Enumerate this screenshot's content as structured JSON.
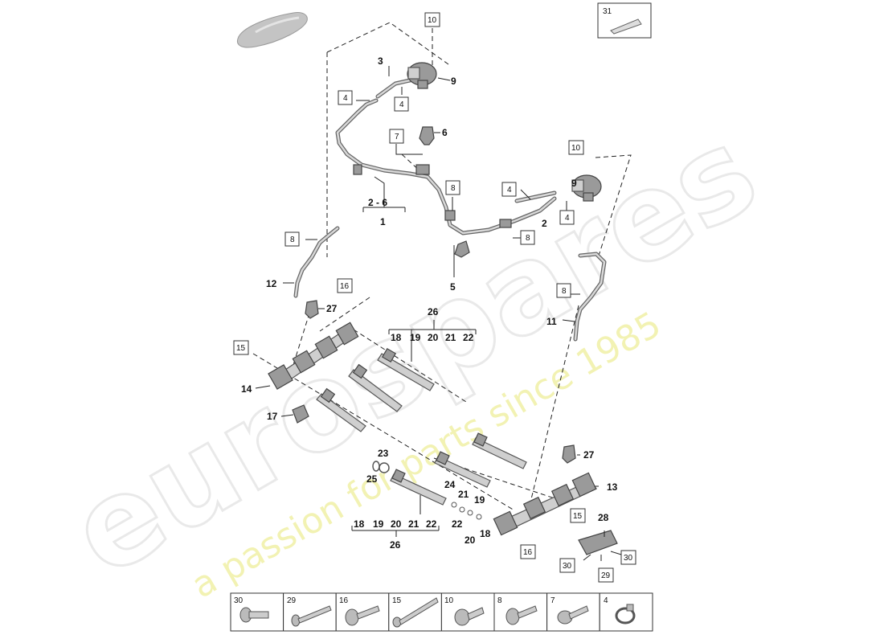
{
  "watermark": {
    "brand": "eurospares",
    "tagline": "a passion for parts since 1985"
  },
  "callouts": {
    "c1": "1",
    "c2a": "2",
    "c2_6": "2 - 6",
    "c3": "3",
    "c5": "5",
    "c6": "6",
    "c9a": "9",
    "c9b": "9",
    "c11": "11",
    "c12": "12",
    "c13": "13",
    "c14": "14",
    "c17": "17",
    "c23": "23",
    "c24": "24",
    "c25": "25",
    "c27a": "27",
    "c27b": "27",
    "c28": "28",
    "c26a": "26",
    "c26b": "26",
    "c18a": "18",
    "c19a": "19",
    "c20a": "20",
    "c21a": "21",
    "c22a": "22",
    "c18b": "18",
    "c19b": "19",
    "c20b": "20",
    "c21b": "21",
    "c22b": "22",
    "c21c": "21",
    "c19c": "19",
    "c22c": "22",
    "c20c": "20",
    "c18c": "18"
  },
  "boxed": {
    "b10a": "10",
    "b10b": "10",
    "b4a": "4",
    "b4b": "4",
    "b4c": "4",
    "b4d": "4",
    "b7": "7",
    "b8a": "8",
    "b8b": "8",
    "b8c": "8",
    "b8d": "8",
    "b15a": "15",
    "b15b": "15",
    "b16a": "16",
    "b16b": "16",
    "b30a": "30",
    "b30b": "30",
    "b29": "29",
    "b31": "31"
  },
  "fastener_strip": [
    {
      "label": "30",
      "icon": "torx-bolt-short-icon"
    },
    {
      "label": "29",
      "icon": "long-bolt-icon"
    },
    {
      "label": "16",
      "icon": "flange-bolt-icon"
    },
    {
      "label": "15",
      "icon": "stud-bolt-icon"
    },
    {
      "label": "10",
      "icon": "collar-bolt-icon"
    },
    {
      "label": "8",
      "icon": "hex-bolt-icon"
    },
    {
      "label": "7",
      "icon": "washer-bolt-icon"
    },
    {
      "label": "4",
      "icon": "hose-clamp-icon"
    }
  ]
}
